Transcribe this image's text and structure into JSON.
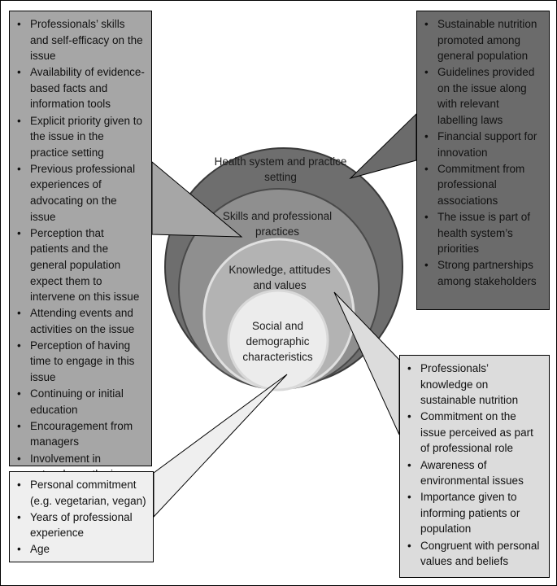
{
  "diagram": {
    "colors": {
      "outer_circle": "#6e6e6e",
      "second_circle": "#8f8f8f",
      "third_circle": "#b3b3b3",
      "inner_circle": "#ececec",
      "box_left": "#a6a6a6",
      "box_right_top": "#6b6b6b",
      "box_right_bottom": "#dcdcdc",
      "box_bottom_left": "#efefef"
    },
    "circles": {
      "health_system": "Health system and practice setting",
      "skills": "Skills and professional practices",
      "knowledge": "Knowledge, attitudes and values",
      "social": "Social and demographic characteristics"
    },
    "boxes": {
      "skills_factors": [
        "Professionals’ skills and self-efficacy on the issue",
        "Availability of evidence-based facts and information tools",
        "Explicit priority given to the issue in the practice setting",
        "Previous professional experiences of advocating on the issue",
        "Perception that patients and the general population expect them to intervene on this issue",
        "Attending events and activities on the issue",
        "Perception of having time to engage in this issue",
        "Continuing or initial education",
        "Encouragement from managers",
        "Involvement in networks on the issue"
      ],
      "health_system_factors": [
        "Sustainable nutrition promoted among general population",
        "Guidelines provided on the issue along with relevant labelling laws",
        "Financial support for innovation",
        "Commitment from professional associations",
        "The issue is part of health system’s priorities",
        "Strong partnerships among stakeholders"
      ],
      "knowledge_factors": [
        "Professionals’ knowledge on sustainable nutrition",
        "Commitment on the issue perceived as part of professional role",
        "Awareness of environmental issues",
        "Importance given to informing patients or population",
        "Congruent with personal values and beliefs"
      ],
      "social_factors": [
        "Personal commitment (e.g. vegetarian, vegan)",
        "Years of professional experience",
        "Age"
      ]
    }
  }
}
